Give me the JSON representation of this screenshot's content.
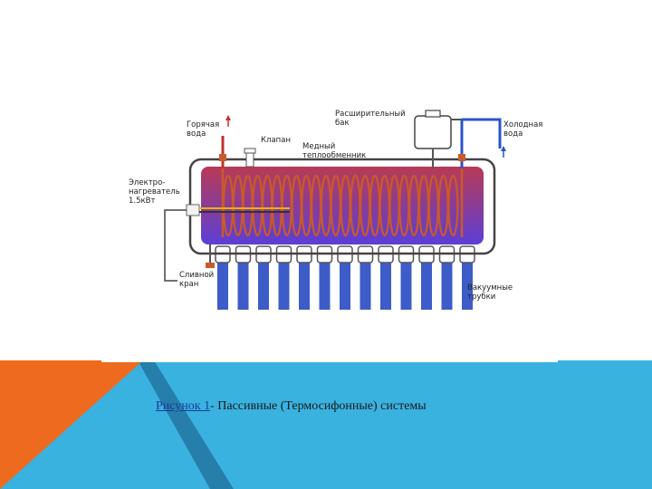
{
  "diagram": {
    "labels": {
      "hot_water": [
        "Горячая",
        "вода"
      ],
      "valve": [
        "Клапан"
      ],
      "expansion_tank": [
        "Расширительный",
        "бак"
      ],
      "cold_water": [
        "Холодная",
        "вода"
      ],
      "copper_exchanger": [
        "Медный",
        "теплообменник"
      ],
      "electric_heater": [
        "Электро-",
        "нагреватель",
        "1.5кВт"
      ],
      "drain_valve": [
        "Сливной",
        "кран"
      ],
      "vacuum_tubes": [
        "Вакуумные",
        "трубки"
      ]
    },
    "colors": {
      "tank_top": "#b83a55",
      "tank_bottom": "#5b3fd6",
      "coil": "#c95a2a",
      "tube": "#3d5cc8",
      "hot_pipe": "#c0322f",
      "cold_pipe": "#2c54c8",
      "frame": "#444444"
    }
  },
  "caption": {
    "link_text": "Рисунок 1",
    "text": "- Пассивные (Термосифонные) системы"
  },
  "background": {
    "orange": "#ee6a1e",
    "blue": "#3ab2e0",
    "dark_blue": "#267fab"
  }
}
